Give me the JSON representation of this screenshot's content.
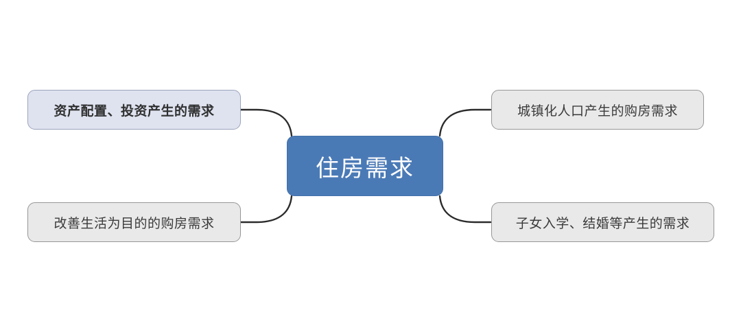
{
  "diagram": {
    "type": "mind-map",
    "title": "住房需求",
    "background_color": "#ffffff",
    "center": {
      "id": "center",
      "label": "住房需求",
      "fill_color": "#4a7ab6",
      "border_color": "#416fa8",
      "text_color": "#ffffff"
    },
    "connector": {
      "color": "#2b2b2b",
      "width": 2.4
    },
    "branches": [
      {
        "id": "top-left",
        "label": "资产配置、投资产生的需求",
        "position": "top-left",
        "fill_color": "#dfe2ef",
        "border_color": "#9ba4bd",
        "text_color": "#2f3030",
        "emphasis": "bold"
      },
      {
        "id": "top-right",
        "label": "城镇化人口产生的购房需求",
        "position": "top-right",
        "fill_color": "#e9e9e9",
        "border_color": "#969696",
        "text_color": "#3a3a3a",
        "emphasis": "normal"
      },
      {
        "id": "bottom-left",
        "label": "改善生活为目的的购房需求",
        "position": "bottom-left",
        "fill_color": "#e9e9e9",
        "border_color": "#969696",
        "text_color": "#3a3a3a",
        "emphasis": "normal"
      },
      {
        "id": "bottom-right",
        "label": "子女入学、结婚等产生的需求",
        "position": "bottom-right",
        "fill_color": "#e9e9e9",
        "border_color": "#969696",
        "text_color": "#3a3a3a",
        "emphasis": "normal"
      }
    ]
  }
}
